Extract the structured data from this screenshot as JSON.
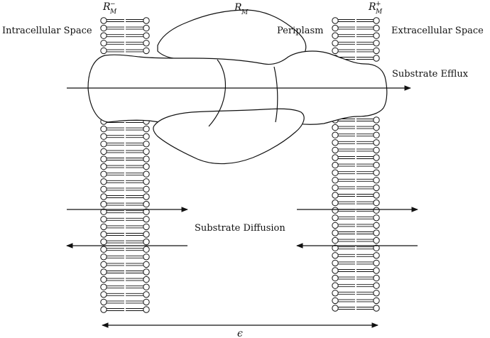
{
  "labels": {
    "intracellular": "Intracellular Space",
    "extracellular": "Extracellular Space",
    "periplasm": "Periplasm",
    "pump_resistance": "R",
    "pump_resistance_sub": "M",
    "inner_resistance": "R",
    "inner_resistance_sub": "M",
    "inner_resistance_sup": "−",
    "outer_resistance": "R",
    "outer_resistance_sub": "M",
    "outer_resistance_sup": "+",
    "efflux": "Substrate Efflux",
    "diffusion": "Substrate Diffusion",
    "width": "ϵ"
  },
  "structure": {
    "membranes": [
      "inner-membrane",
      "outer-membrane"
    ],
    "pump": "efflux-pump",
    "arrows": [
      "efflux-arrow",
      "diffusion-in-arrow",
      "diffusion-out-arrow",
      "width-arrow"
    ]
  }
}
